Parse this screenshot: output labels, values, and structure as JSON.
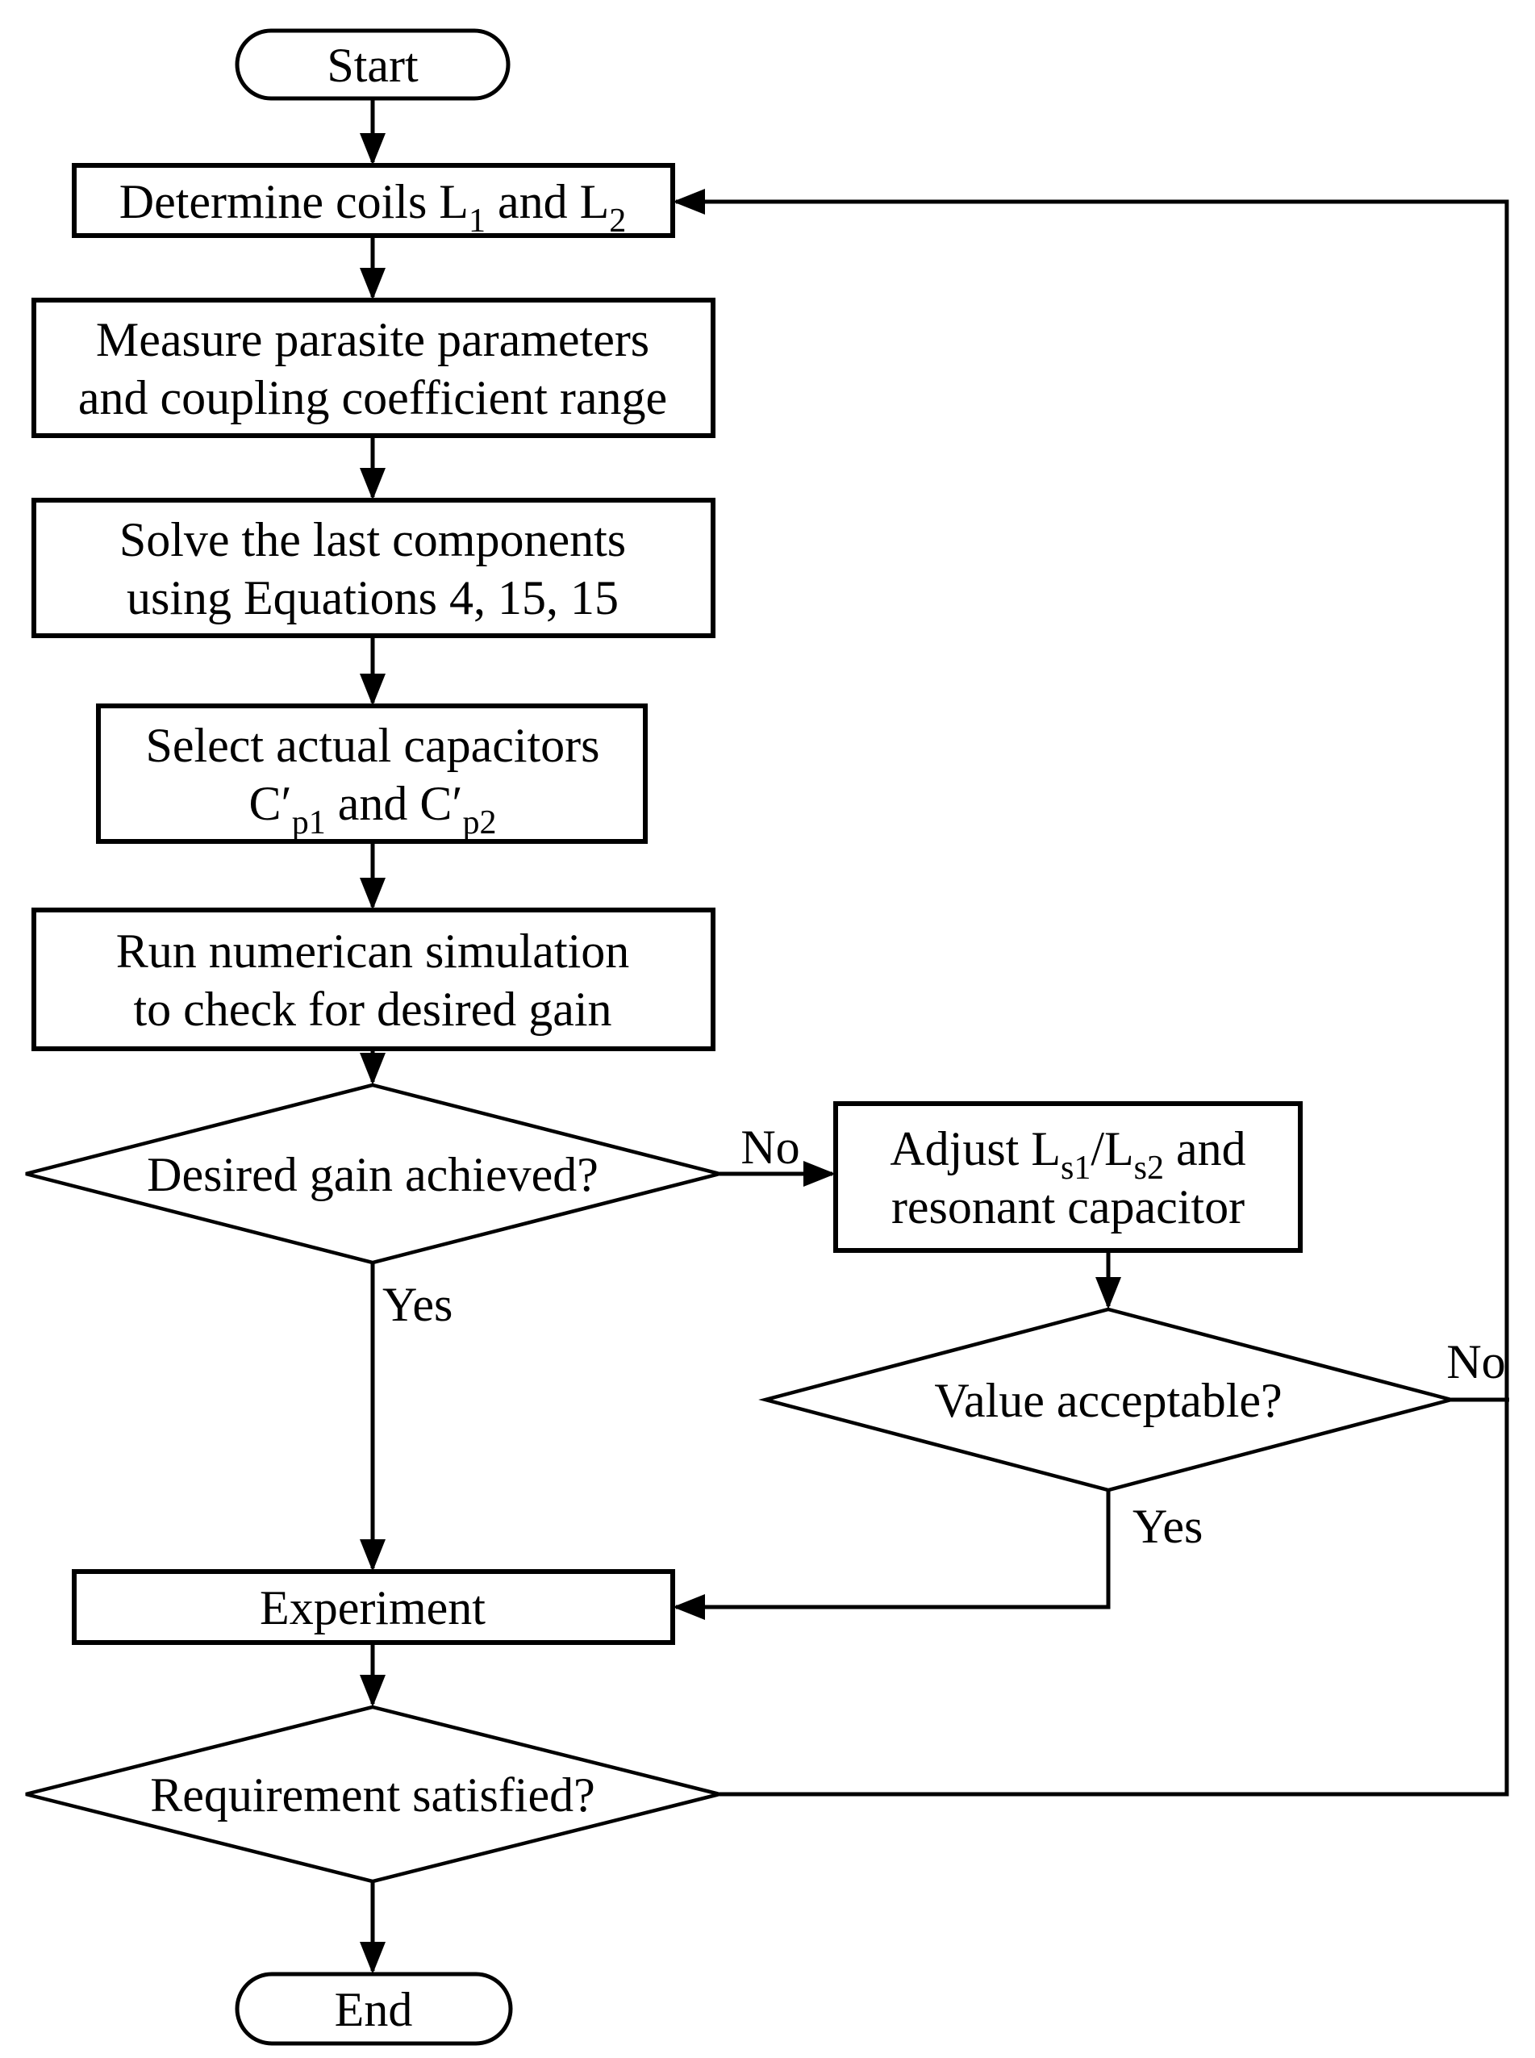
{
  "diagram": {
    "title": "design-procedure-flowchart",
    "colors": {
      "background": "#ffffff",
      "stroke": "#000000",
      "text": "#000000"
    },
    "nodes": {
      "start": {
        "type": "terminator",
        "label": "Start"
      },
      "determine": {
        "type": "process",
        "lines": [
          "Determine coils L_{1} and L_{2}"
        ]
      },
      "measure": {
        "type": "process",
        "lines": [
          "Measure parasite parameters",
          "and coupling coefficient range"
        ]
      },
      "solve": {
        "type": "process",
        "lines": [
          "Solve the last components",
          "using Equations 4, 15, 15"
        ]
      },
      "select": {
        "type": "process",
        "lines": [
          "Select actual capacitors",
          "C′_{p1} and C′_{p2}"
        ]
      },
      "simulate": {
        "type": "process",
        "lines": [
          "Run numerican simulation",
          "to check for desired gain"
        ]
      },
      "gain": {
        "type": "decision",
        "lines": [
          "Desired gain achieved?"
        ]
      },
      "adjust": {
        "type": "process",
        "lines": [
          "Adjust L_{s1}/L_{s2} and",
          "resonant capacitor"
        ]
      },
      "value": {
        "type": "decision",
        "lines": [
          "Value acceptable?"
        ]
      },
      "experiment": {
        "type": "process",
        "lines": [
          "Experiment"
        ]
      },
      "requirement": {
        "type": "decision",
        "lines": [
          "Requirement satisfied?"
        ]
      },
      "end": {
        "type": "terminator",
        "label": "End"
      }
    },
    "edge_labels": {
      "gain_no": "No",
      "gain_yes": "Yes",
      "value_no": "No",
      "value_yes": "Yes"
    }
  }
}
